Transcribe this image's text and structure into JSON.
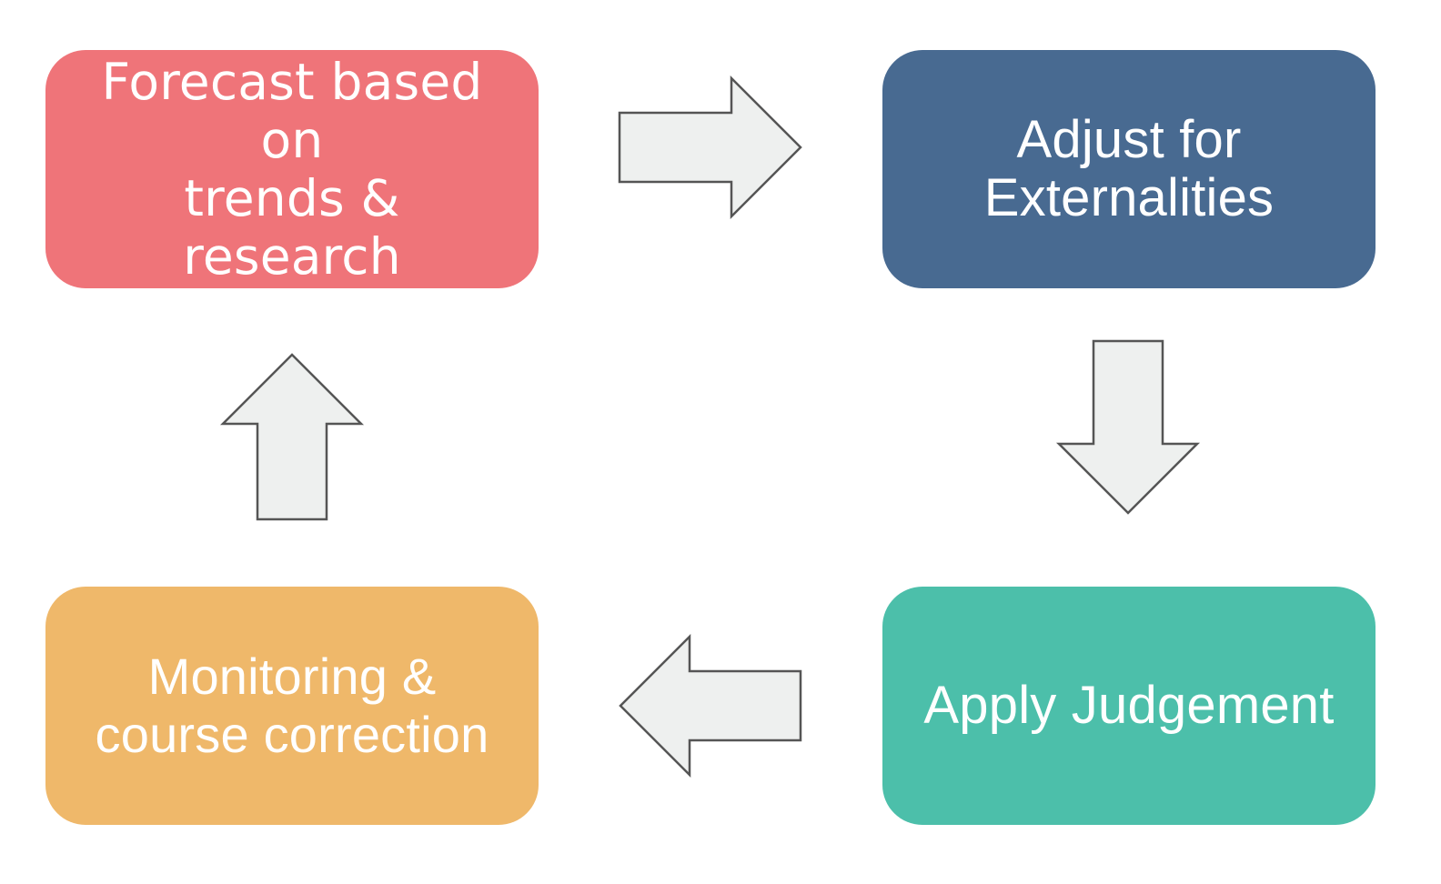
{
  "diagram": {
    "steps": [
      {
        "id": "forecast",
        "label": "Forecast based on\ntrends & research",
        "color": "#ef7479"
      },
      {
        "id": "adjust",
        "label": "Adjust for\nExternalities",
        "color": "#486a91"
      },
      {
        "id": "judge",
        "label": "Apply Judgement",
        "color": "#4cbfaa"
      },
      {
        "id": "monitor",
        "label": "Monitoring &\ncourse correction",
        "color": "#efb86a"
      }
    ],
    "connectors": [
      {
        "from": "forecast",
        "to": "adjust",
        "direction": "right"
      },
      {
        "from": "adjust",
        "to": "judge",
        "direction": "down"
      },
      {
        "from": "judge",
        "to": "monitor",
        "direction": "left"
      },
      {
        "from": "monitor",
        "to": "forecast",
        "direction": "up"
      }
    ],
    "arrow_fill": "#eef0ef",
    "arrow_stroke": "#555555"
  }
}
